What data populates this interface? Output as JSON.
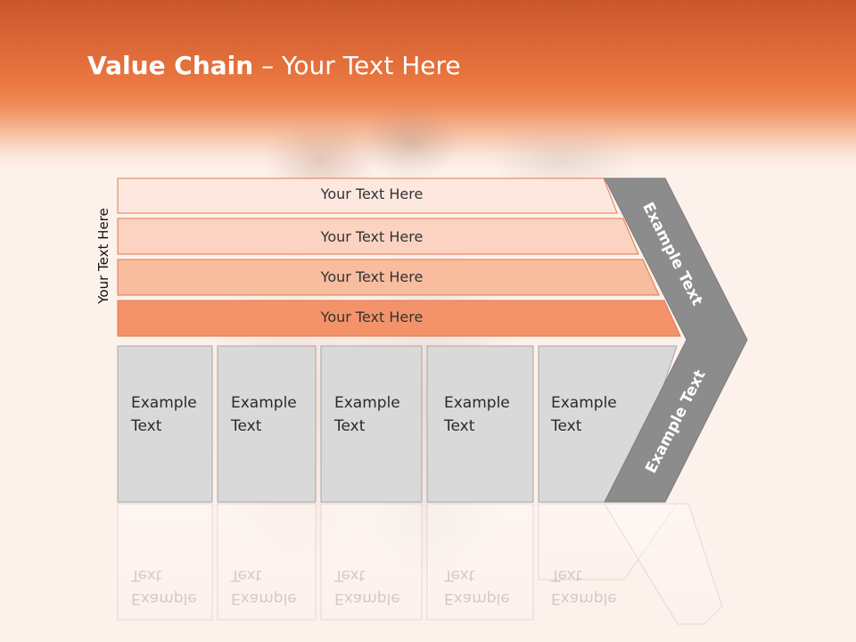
{
  "title": {
    "bold": "Value Chain",
    "rest": " – Your Text Here"
  },
  "side_label": "Your Text Here",
  "bands": [
    {
      "label": "Your Text Here",
      "color": "#fde8df"
    },
    {
      "label": "Your Text Here",
      "color": "#fbd3c0"
    },
    {
      "label": "Your Text Here",
      "color": "#f8bc9f"
    },
    {
      "label": "Your Text Here",
      "color": "#f4936a"
    }
  ],
  "boxes": [
    {
      "line1": "Example",
      "line2": "Text"
    },
    {
      "line1": "Example",
      "line2": "Text"
    },
    {
      "line1": "Example",
      "line2": "Text"
    },
    {
      "line1": "Example",
      "line2": "Text"
    },
    {
      "line1": "Example",
      "line2": "Text"
    }
  ],
  "chevron": {
    "upper": "Example Text",
    "lower": "Example Text",
    "color": "#8c8c8c"
  },
  "colors": {
    "header": "#e8743f",
    "box_fill": "#d9d9d9",
    "box_stroke": "#a6a6a6",
    "band_stroke": "#e07a4e"
  }
}
